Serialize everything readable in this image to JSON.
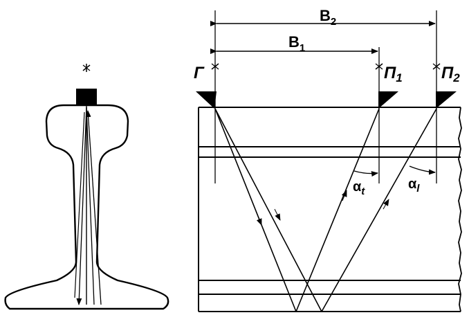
{
  "labels": {
    "b2": {
      "main": "B",
      "sub": "2"
    },
    "b1": {
      "main": "B",
      "sub": "1"
    },
    "g": "Г",
    "p1": {
      "main": "П",
      "sub": "1"
    },
    "p2": {
      "main": "П",
      "sub": "2"
    },
    "alpha_t": {
      "main": "α",
      "sub": "t"
    },
    "alpha_l": {
      "main": "α",
      "sub": "l"
    }
  }
}
